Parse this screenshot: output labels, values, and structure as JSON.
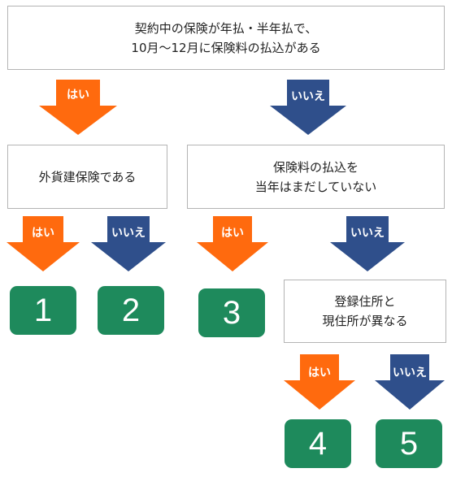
{
  "colors": {
    "yes_arrow": "#ff6a0e",
    "no_arrow": "#2f4f8b",
    "result_box": "#1e8a5c",
    "box_border": "#b4b4b4"
  },
  "questions": {
    "q1": "契約中の保険が年払・半年払で、\n10月〜12月に保険料の払込がある",
    "q2": "外貨建保険である",
    "q3": "保険料の払込を\n当年はまだしていない",
    "q4": "登録住所と\n現住所が異なる"
  },
  "answers": {
    "yes": "はい",
    "no": "いいえ"
  },
  "results": [
    "1",
    "2",
    "3",
    "4",
    "5"
  ]
}
